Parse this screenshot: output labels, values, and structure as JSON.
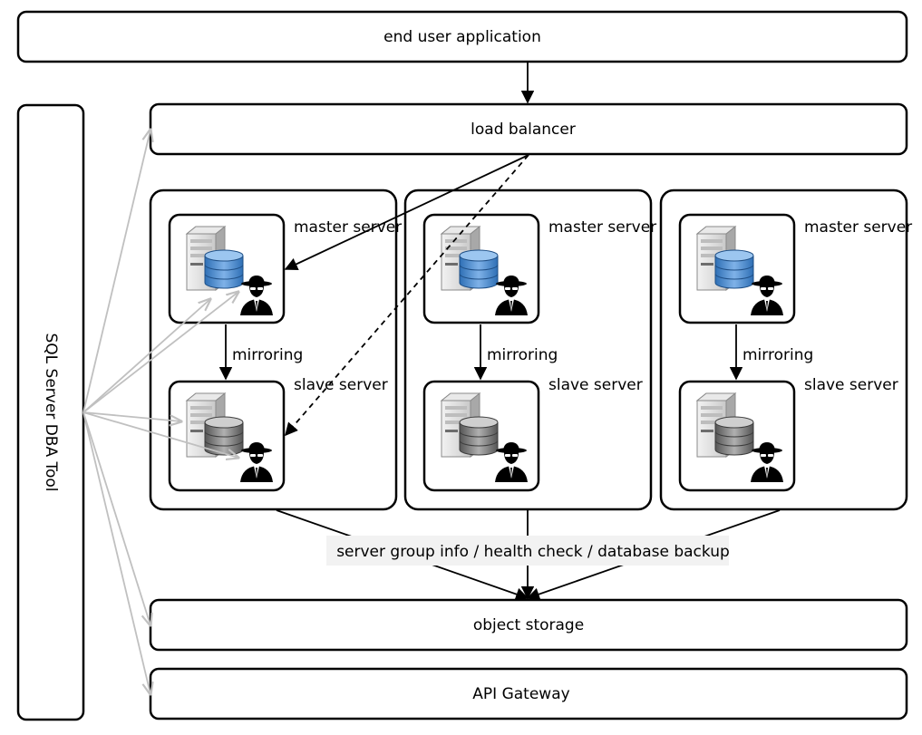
{
  "boxes": {
    "end_user_application": "end user application",
    "load_balancer": "load balancer",
    "object_storage": "object storage",
    "api_gateway": "API Gateway",
    "dba_tool": "SQL Server DBA Tool"
  },
  "server_groups": [
    {
      "master_label": "master server",
      "mirroring_label": "mirroring",
      "slave_label": "slave server"
    },
    {
      "master_label": "master server",
      "mirroring_label": "mirroring",
      "slave_label": "slave server"
    },
    {
      "master_label": "master server",
      "mirroring_label": "mirroring",
      "slave_label": "slave server"
    }
  ],
  "connector_label": "server group info / health check / database backup",
  "icons": {
    "server": "server-tower-icon",
    "master_db": "blue-database-icon",
    "slave_db": "gray-database-icon",
    "agent": "spy-agent-icon"
  },
  "colors": {
    "master_db": "#4a86c8",
    "slave_db": "#7a7a7a",
    "dba_arrows": "#c0c0c0",
    "stroke": "#000000"
  }
}
